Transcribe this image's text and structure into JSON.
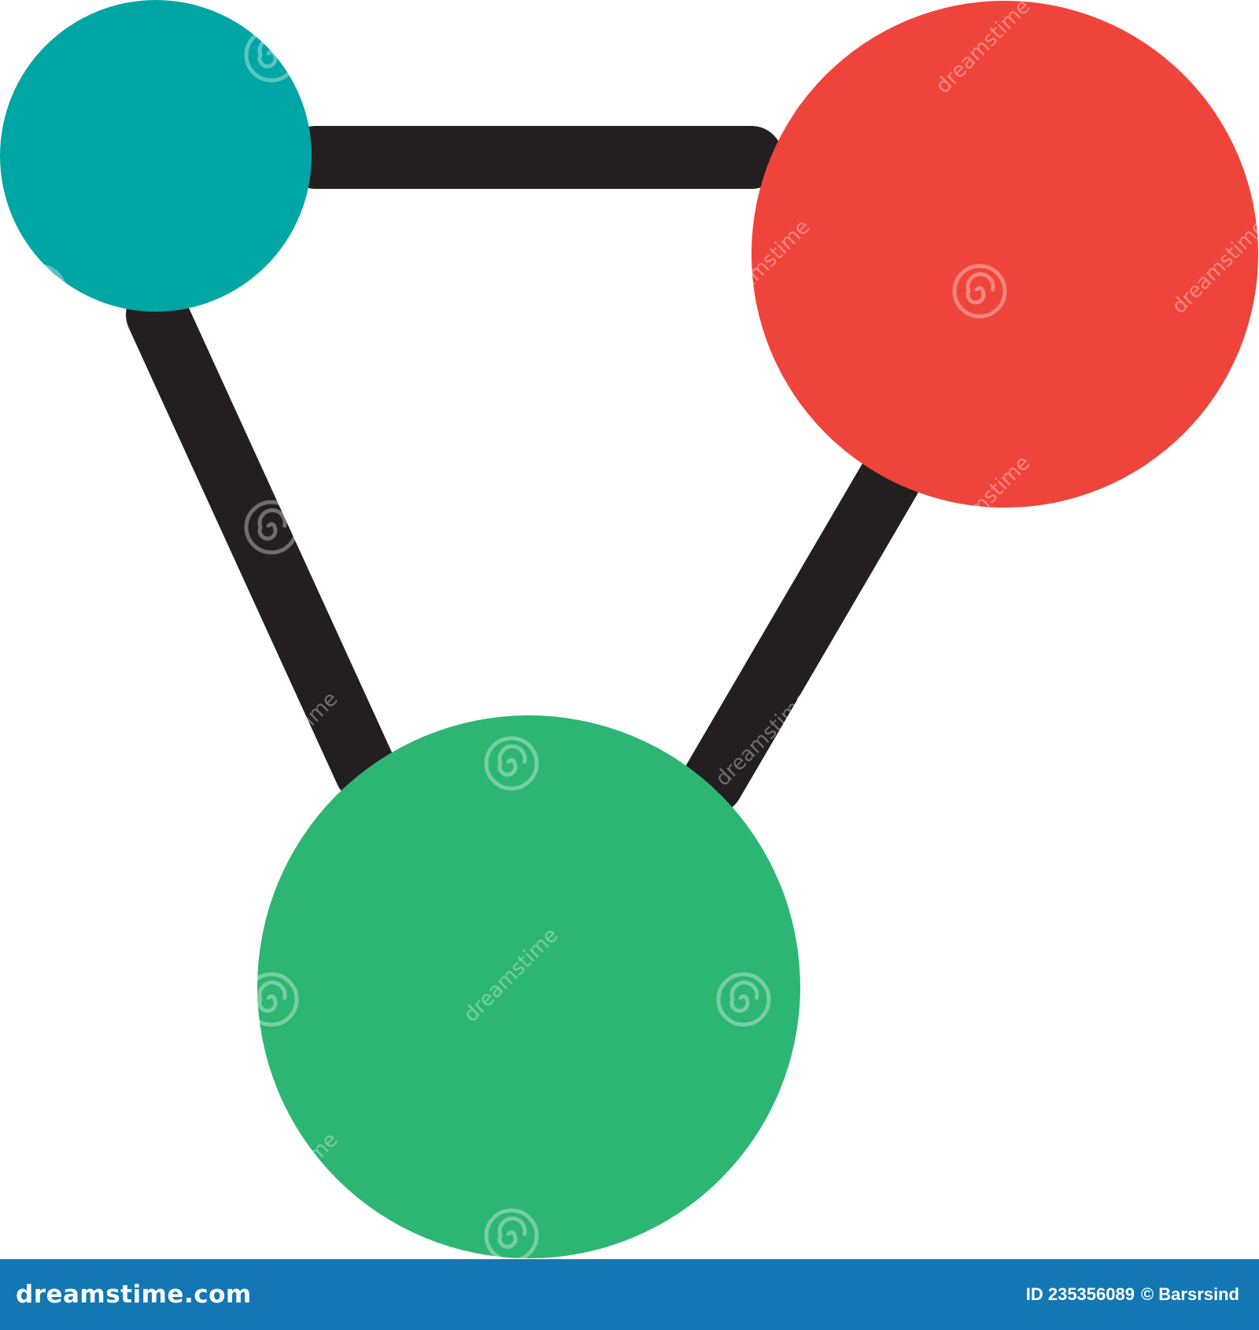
{
  "graphic": {
    "nodes": [
      {
        "name": "teal-node",
        "color": "#00a6a4"
      },
      {
        "name": "red-node",
        "color": "#ef443b"
      },
      {
        "name": "green-node",
        "color": "#2db673"
      }
    ],
    "edge_color": "#231f20"
  },
  "watermark": {
    "text": "dreamstime"
  },
  "footer": {
    "brand": "dreamstime.com",
    "id_label": "ID 235356089",
    "author": "© Barsrsind",
    "background": "#1277b3"
  }
}
